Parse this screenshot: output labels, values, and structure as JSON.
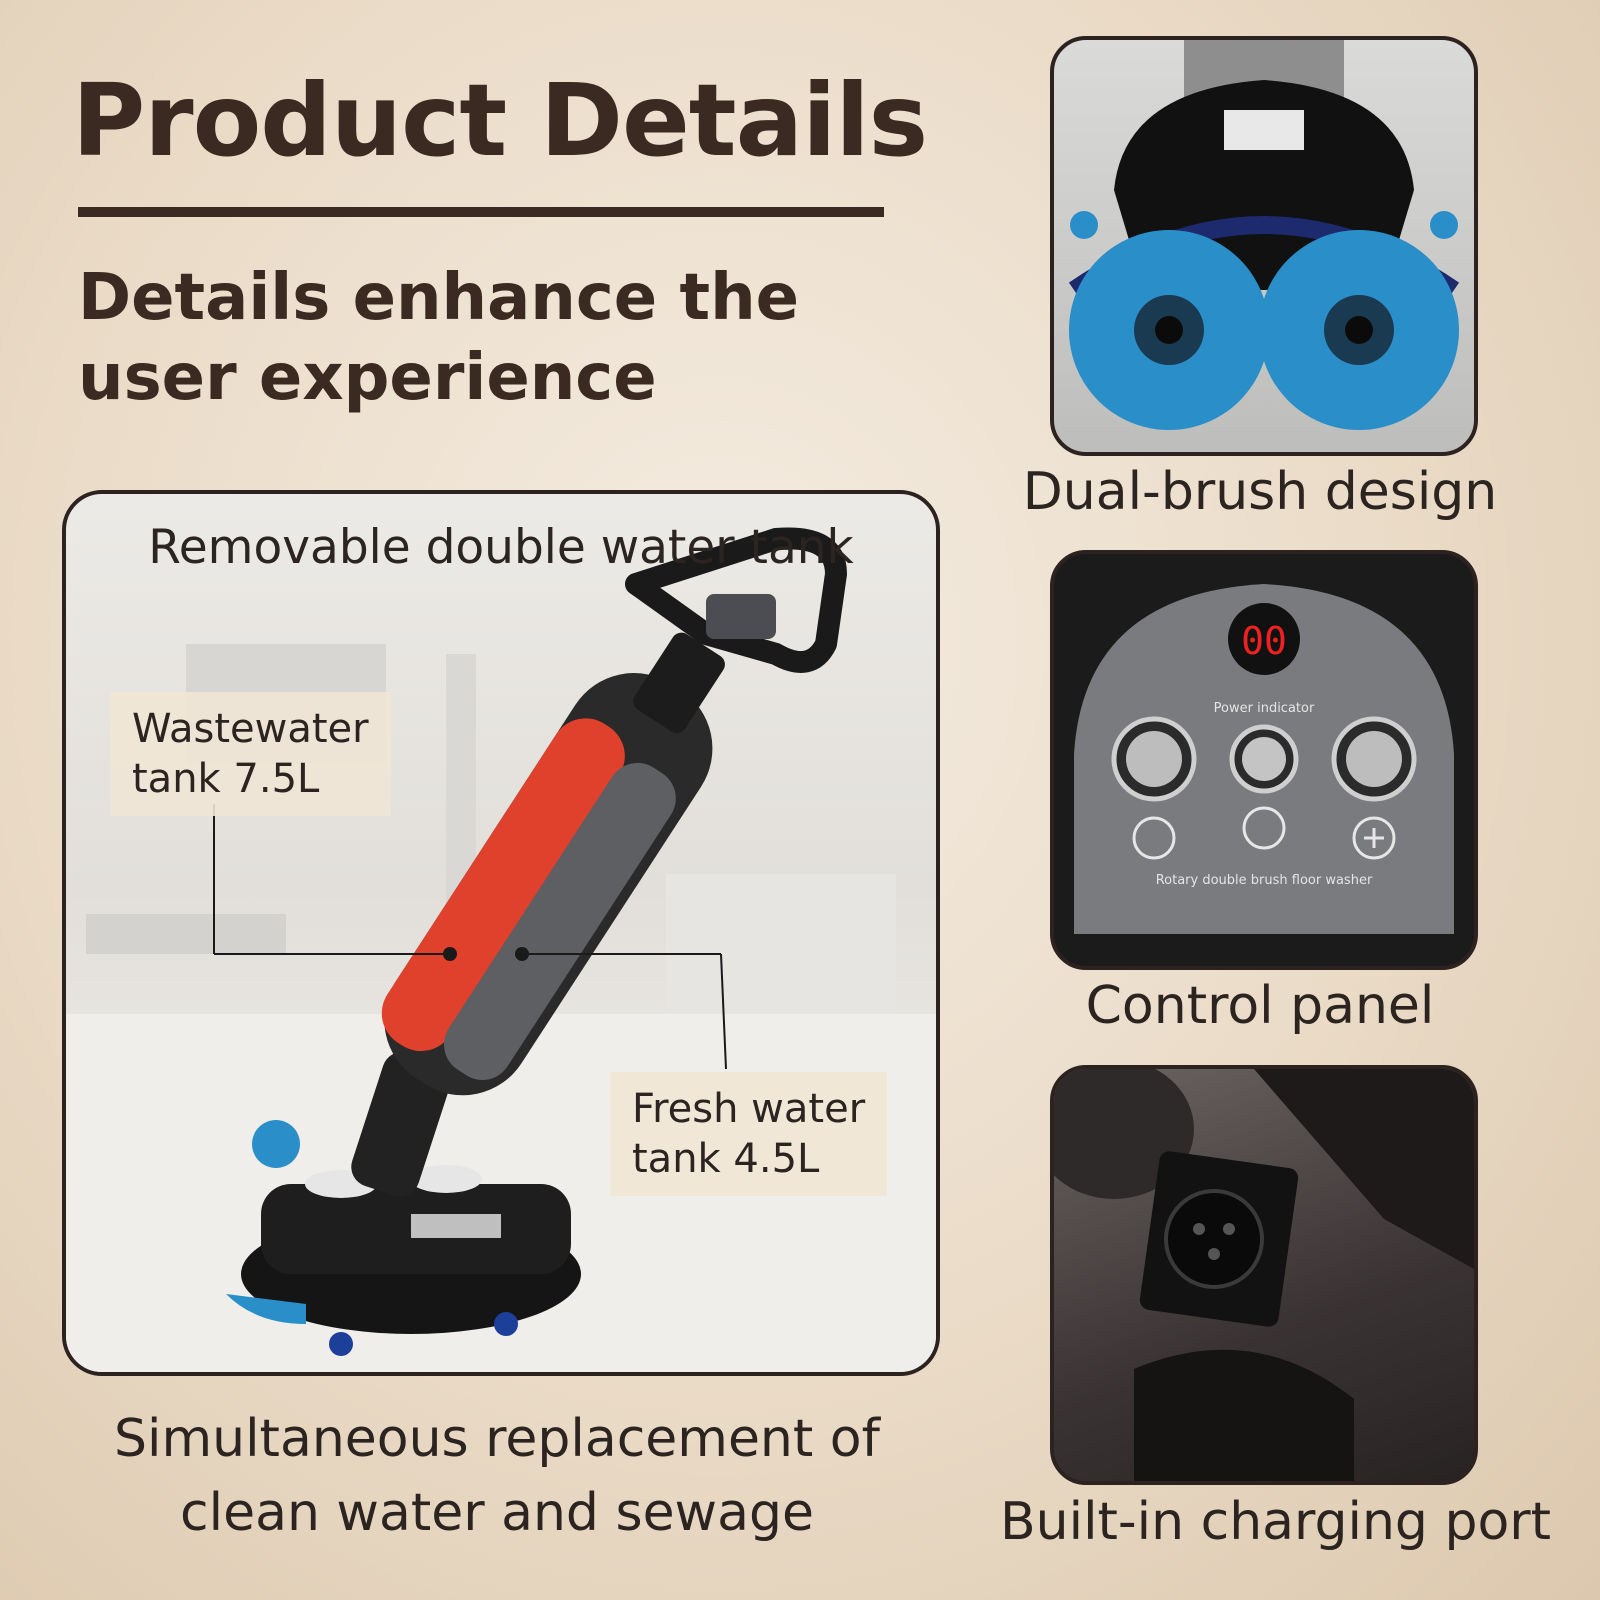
{
  "header": {
    "title": "Product Details",
    "subtitle_line1": "Details enhance the",
    "subtitle_line2": "user experience"
  },
  "main_feature": {
    "caption": "Removable double water tank",
    "wastewater_line1": "Wastewater",
    "wastewater_line2": "tank 7.5L",
    "freshwater_line1": "Fresh water",
    "freshwater_line2": "tank 4.5L",
    "bottom_line1": "Simultaneous replacement of",
    "bottom_line2": "clean water and sewage"
  },
  "side_features": {
    "brush_caption": "Dual-brush design",
    "control_caption": "Control panel",
    "port_caption": "Built-in charging port"
  },
  "control_panel": {
    "display": "00",
    "power_label": "Power indicator",
    "product_label": "Rotary double brush floor washer"
  },
  "colors": {
    "background": "#eadbc7",
    "text": "#3a2a22",
    "accent_red": "#e0412c",
    "brush_blue": "#2a8fc8"
  }
}
